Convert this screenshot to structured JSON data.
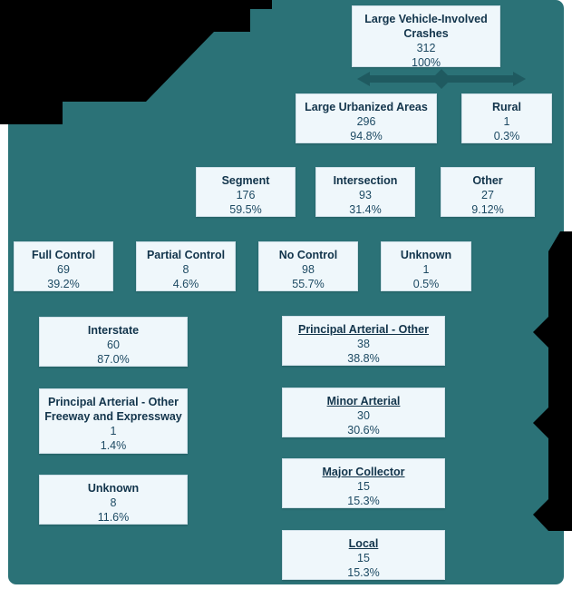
{
  "figure": {
    "background_color": "#2b7277",
    "node_fill": "#eff7fb",
    "node_text_color": "#12344b",
    "connector_color": "#1f5a60"
  },
  "chart_data": {
    "type": "diagram",
    "title": "Large Vehicle-Involved Crashes",
    "levels": [
      {
        "name": "total",
        "nodes": [
          {
            "title": "Large Vehicle-Involved Crashes",
            "count": "312",
            "pct": "100%",
            "underline": false
          }
        ]
      },
      {
        "name": "area-type",
        "nodes": [
          {
            "title": "Large Urbanized Areas",
            "count": "296",
            "pct": "94.8%",
            "underline": false
          },
          {
            "title": "Rural",
            "count": "1",
            "pct": "0.3%",
            "underline": false
          }
        ]
      },
      {
        "name": "location-type",
        "nodes": [
          {
            "title": "Segment",
            "count": "176",
            "pct": "59.5%",
            "underline": false
          },
          {
            "title": "Intersection",
            "count": "93",
            "pct": "31.4%",
            "underline": false
          },
          {
            "title": "Other",
            "count": "27",
            "pct": "9.12%",
            "underline": false
          }
        ]
      },
      {
        "name": "access-control",
        "nodes": [
          {
            "title": "Full Control",
            "count": "69",
            "pct": "39.2%",
            "underline": false
          },
          {
            "title": "Partial Control",
            "count": "8",
            "pct": "4.6%",
            "underline": false
          },
          {
            "title": "No Control",
            "count": "98",
            "pct": "55.7%",
            "underline": false
          },
          {
            "title": "Unknown",
            "count": "1",
            "pct": "0.5%",
            "underline": false
          }
        ]
      },
      {
        "name": "functional-class-full-control",
        "nodes": [
          {
            "title": "Interstate",
            "count": "60",
            "pct": "87.0%",
            "underline": false
          },
          {
            "title": "Principal Arterial - Other Freeway and Expressway",
            "count": "1",
            "pct": "1.4%",
            "underline": false
          },
          {
            "title": "Unknown",
            "count": "8",
            "pct": "11.6%",
            "underline": false
          }
        ]
      },
      {
        "name": "functional-class-no-control",
        "nodes": [
          {
            "title": "Principal Arterial - Other",
            "count": "38",
            "pct": "38.8%",
            "underline": true
          },
          {
            "title": "Minor Arterial",
            "count": "30",
            "pct": "30.6%",
            "underline": true
          },
          {
            "title": "Major Collector",
            "count": "15",
            "pct": "15.3%",
            "underline": true
          },
          {
            "title": "Local",
            "count": "15",
            "pct": "15.3%",
            "underline": true
          }
        ]
      }
    ]
  },
  "nodes": {
    "root": {
      "title_line1": "Large Vehicle-Involved",
      "title_line2": "Crashes",
      "count": "312",
      "pct": "100%"
    },
    "urbanized": {
      "title": "Large Urbanized Areas",
      "count": "296",
      "pct": "94.8%"
    },
    "rural": {
      "title": "Rural",
      "count": "1",
      "pct": "0.3%"
    },
    "segment": {
      "title": "Segment",
      "count": "176",
      "pct": "59.5%"
    },
    "intersection": {
      "title": "Intersection",
      "count": "93",
      "pct": "31.4%"
    },
    "other": {
      "title": "Other",
      "count": "27",
      "pct": "9.12%"
    },
    "full_control": {
      "title": "Full Control",
      "count": "69",
      "pct": "39.2%"
    },
    "partial_control": {
      "title": "Partial Control",
      "count": "8",
      "pct": "4.6%"
    },
    "no_control": {
      "title": "No Control",
      "count": "98",
      "pct": "55.7%"
    },
    "unknown_control": {
      "title": "Unknown",
      "count": "1",
      "pct": "0.5%"
    },
    "interstate": {
      "title": "Interstate",
      "count": "60",
      "pct": "87.0%"
    },
    "pa_freeway": {
      "title_line1": "Principal Arterial - Other",
      "title_line2": "Freeway and Expressway",
      "count": "1",
      "pct": "1.4%"
    },
    "unknown_fc": {
      "title": "Unknown",
      "count": "8",
      "pct": "11.6%"
    },
    "pa_other": {
      "title": "Principal Arterial - Other",
      "count": "38",
      "pct": "38.8%"
    },
    "minor_arterial": {
      "title": "Minor Arterial",
      "count": "30",
      "pct": "30.6%"
    },
    "major_collector": {
      "title": "Major Collector",
      "count": "15",
      "pct": "15.3%"
    },
    "local": {
      "title": "Local",
      "count": "15",
      "pct": "15.3%"
    }
  }
}
